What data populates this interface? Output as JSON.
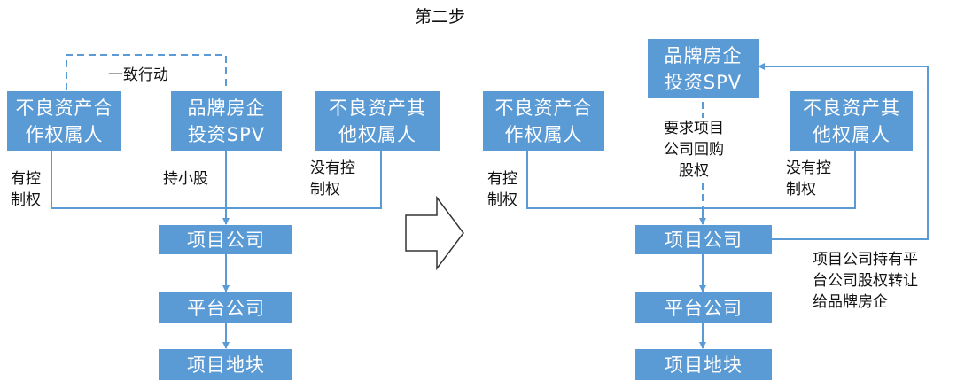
{
  "title": "第二步",
  "left": {
    "box_npl_joint": [
      "不良资产合",
      "作权属人"
    ],
    "box_brand_spv": [
      "品牌房企",
      "投资SPV"
    ],
    "box_npl_other": [
      "不良资产其",
      "他权属人"
    ],
    "box_project_co": "项目公司",
    "box_platform_co": "平台公司",
    "box_project_land": "项目地块",
    "label_concerted": "一致行动",
    "label_has_control": [
      "有控",
      "制权"
    ],
    "label_minority": "持小股",
    "label_no_control": [
      "没有控",
      "制权"
    ]
  },
  "right": {
    "box_brand_spv": [
      "品牌房企",
      "投资SPV"
    ],
    "box_npl_joint": [
      "不良资产合",
      "作权属人"
    ],
    "box_npl_other": [
      "不良资产其",
      "他权属人"
    ],
    "box_project_co": "项目公司",
    "box_platform_co": "平台公司",
    "box_project_land": "项目地块",
    "label_buyback": [
      "要求项目",
      "公司回购",
      "股权"
    ],
    "label_has_control": [
      "有控",
      "制权"
    ],
    "label_no_control": [
      "没有控",
      "制权"
    ],
    "label_transfer": [
      "项目公司持有平",
      "台公司股权转让",
      "给品牌房企"
    ]
  },
  "colors": {
    "box_fill": "#5b9bd5",
    "connector": "#5b9bd5",
    "box_text": "#ffffff",
    "label_text": "#111111"
  },
  "icons": {
    "transition_arrow": "hollow-right-arrow"
  }
}
